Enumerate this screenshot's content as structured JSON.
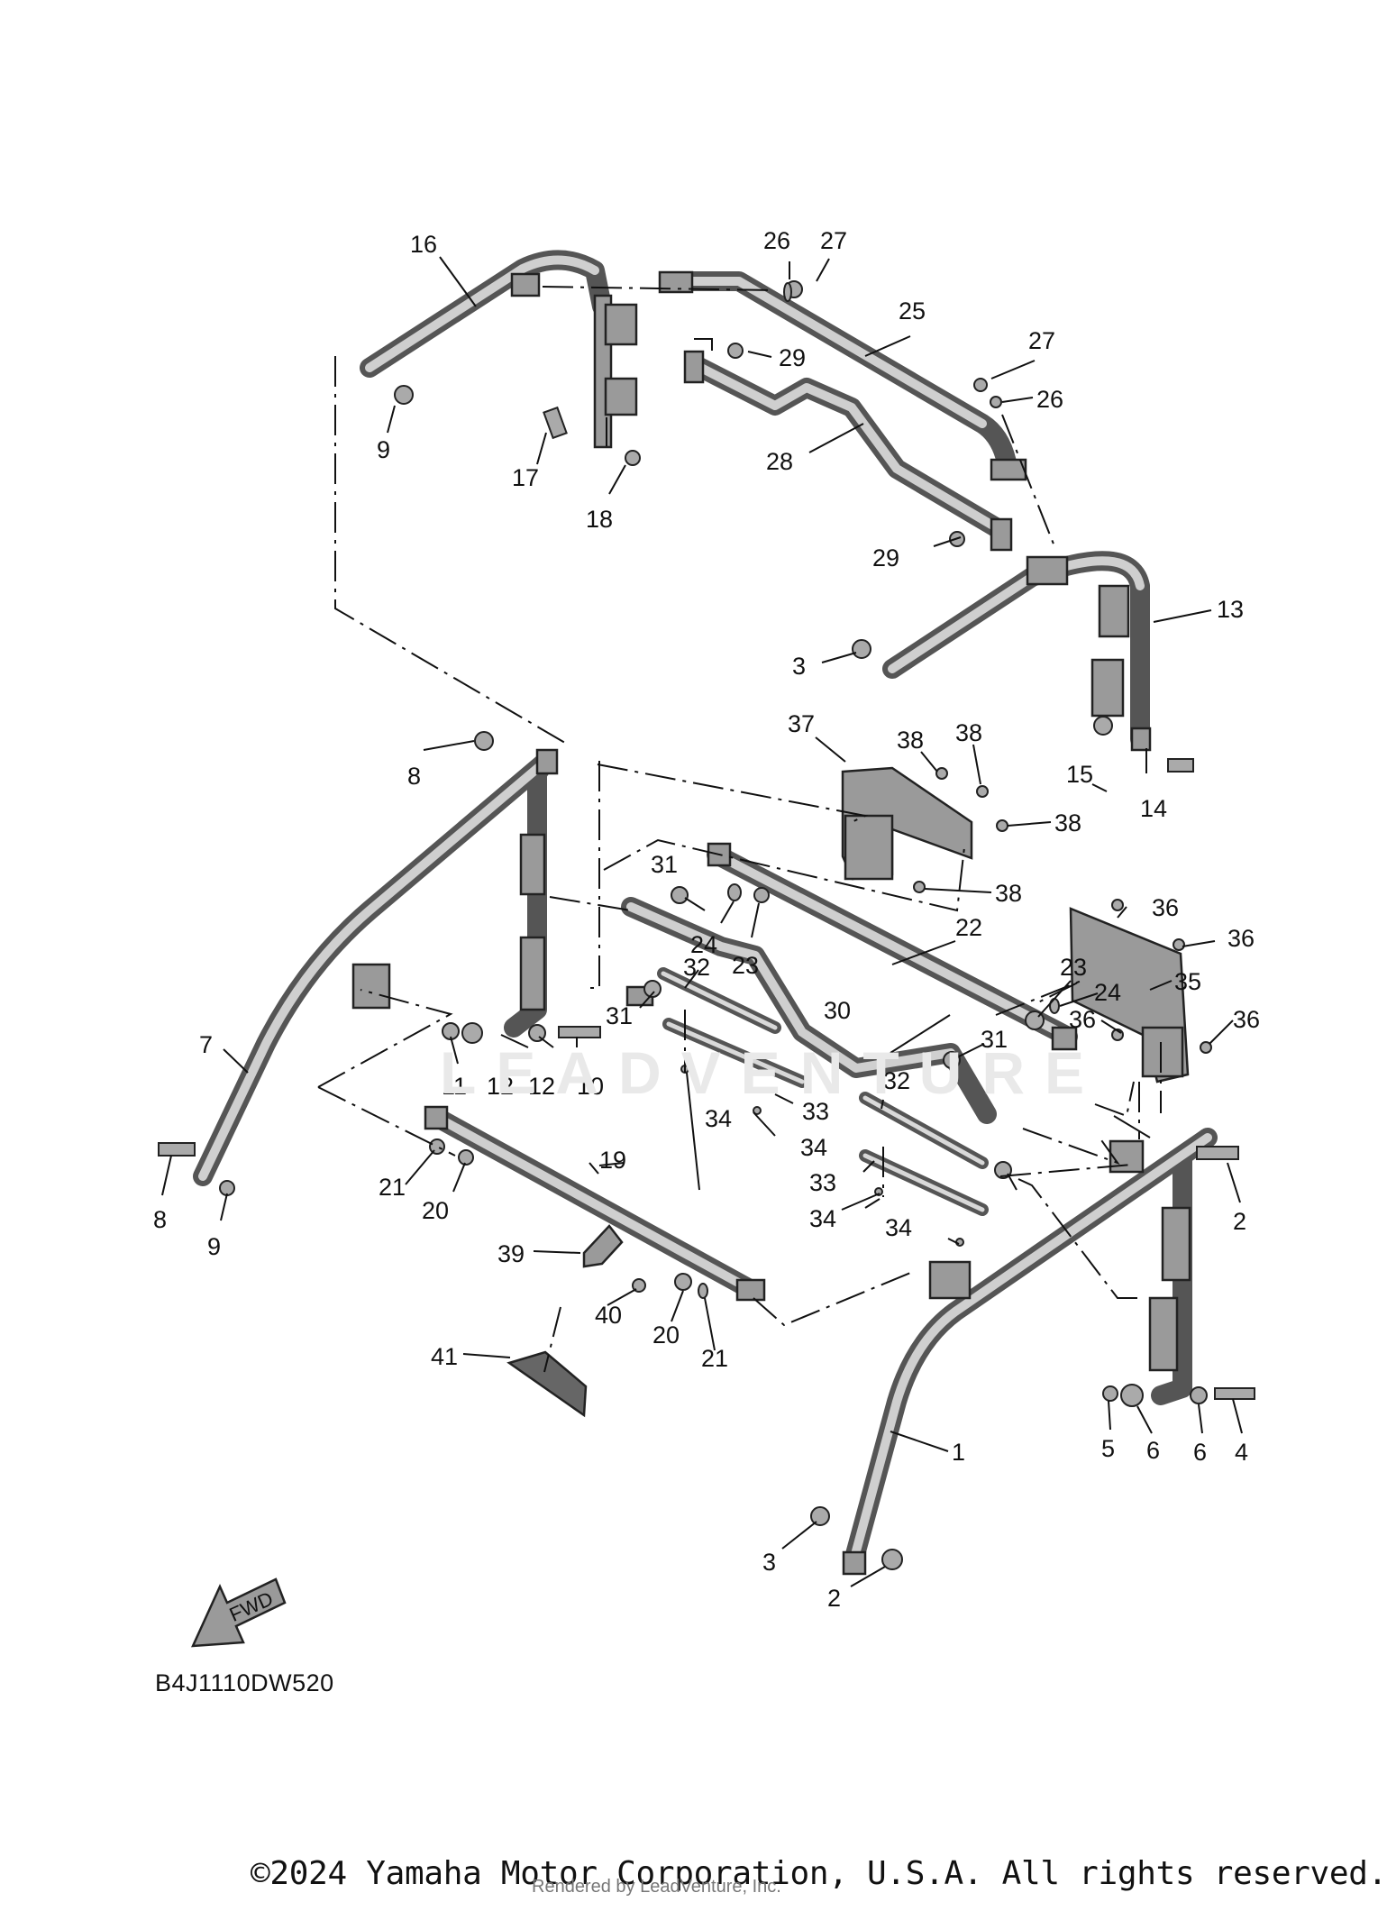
{
  "diagram": {
    "drawing_code": "B4J1110DW520",
    "direction_label": "FWD",
    "watermark": "LEADVENTURE",
    "copyright": "©2024 Yamaha Motor Corporation, U.S.A. All rights reserved.",
    "rendered_by": "Rendered by LeadVenture, Inc.",
    "callouts": [
      "16",
      "26",
      "27",
      "25",
      "29",
      "27",
      "26",
      "9",
      "17",
      "18",
      "28",
      "29",
      "13",
      "3",
      "37",
      "38",
      "38",
      "15",
      "14",
      "8",
      "38",
      "38",
      "31",
      "24",
      "23",
      "36",
      "36",
      "22",
      "31",
      "32",
      "23",
      "24",
      "35",
      "36",
      "36",
      "30",
      "7",
      "31",
      "11",
      "12",
      "12",
      "10",
      "32",
      "33",
      "34",
      "34",
      "19",
      "33",
      "34",
      "34",
      "8",
      "9",
      "21",
      "20",
      "2",
      "39",
      "40",
      "20",
      "21",
      "41",
      "1",
      "5",
      "6",
      "6",
      "4",
      "3",
      "2"
    ]
  }
}
